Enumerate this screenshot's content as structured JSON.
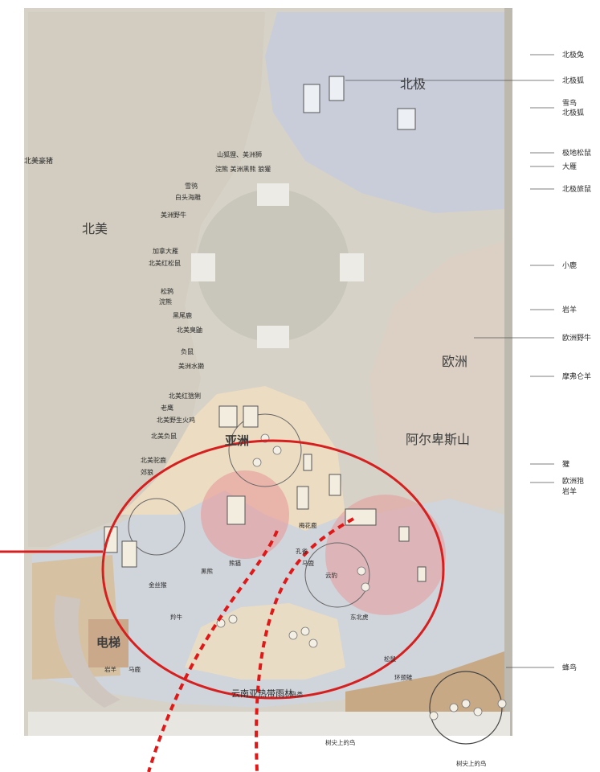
{
  "regions": {
    "arctic": "北极",
    "north_america": "北美",
    "europe": "欧洲",
    "alps": "阿尔卑斯山",
    "asia": "亚洲",
    "elevator": "电梯",
    "rainforest": "云南亚热带雨林"
  },
  "right_labels": [
    "北极兔",
    "北极狐",
    "雪鸟",
    "北极狐",
    "极地松鼠",
    "大雁",
    "北极旅鼠",
    "小鹿",
    "岩羊",
    "欧洲野牛",
    "摩弗仑羊",
    "獾",
    "欧洲狍",
    "岩羊",
    "蜂鸟"
  ],
  "left_labels": [
    "北美豪猪"
  ],
  "north_america_labels": [
    "山狐狸、美洲狮",
    "浣熊  美洲黑熊  狼獾",
    "雪鸮",
    "白头海雕",
    "美洲野牛",
    "加拿大雁",
    "北美红松鼠",
    "松鸦",
    "浣熊",
    "黑尾鹿",
    "北美臭鼬",
    "负鼠",
    "美洲水獭",
    "北美红猞猁",
    "老鹰",
    "北美野生火鸡",
    "北美负鼠",
    "北美驼鹿",
    "郊狼"
  ],
  "asia_labels": [
    "金丝猴",
    "羚牛",
    "熊猫",
    "黑熊",
    "孔雀",
    "马鹿",
    "梅花鹿",
    "云豹",
    "东北虎",
    "松鼠",
    "环颈雉",
    "鸟类",
    "树尖上的鸟",
    "树尖上的鸟",
    "岩羊",
    "马鹿"
  ],
  "colors": {
    "plaza": "#d7d5cd",
    "arctic": "#c9cfdb",
    "europe": "#ddd2c5",
    "asia_land": "#ebdcc2",
    "water": "#d3d7de",
    "sand": "#c7a985",
    "highlight_circle": "#d62020",
    "hot_zone": "#e89a9a",
    "dash": "#e01818"
  }
}
